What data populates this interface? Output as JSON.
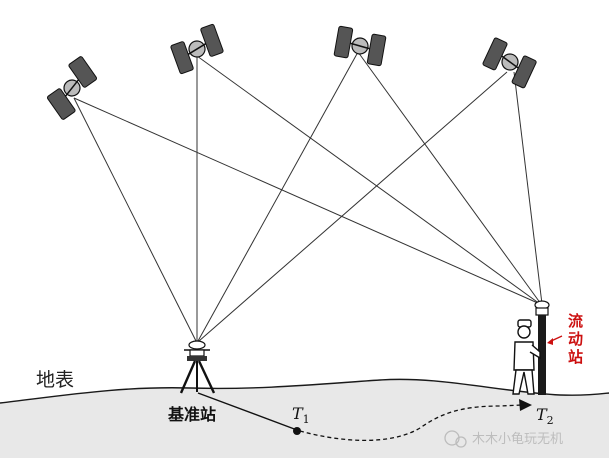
{
  "labels": {
    "ground": "地表",
    "base_station": "基准站",
    "rover": "流动站",
    "rover_chars": [
      "流",
      "动",
      "站"
    ],
    "t1": {
      "letter": "T",
      "sub": "1"
    },
    "t2": {
      "letter": "T",
      "sub": "2"
    }
  },
  "watermark": "木木小龟玩无机",
  "satellite_count": 4,
  "colors": {
    "line": "#1a1a1a",
    "ground_fill": "#e8e8e8",
    "rover_label": "#cc1010"
  }
}
